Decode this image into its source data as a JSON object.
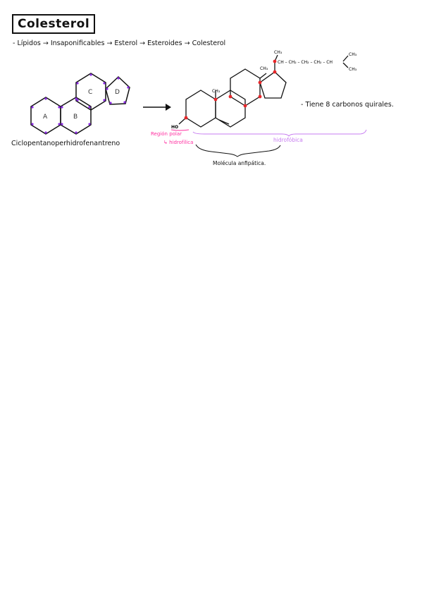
{
  "title": "Colesterol",
  "chain": {
    "text": "- Lípidos → Insaponificables → Esterol → Esteroides → Colesterol"
  },
  "rings": {
    "a": "A",
    "b": "B",
    "c": "C",
    "d": "D",
    "name": "Ciclopentanoperhidrofenantreno"
  },
  "molecule": {
    "ch3_top": "CH₃",
    "ch3_ring": "CH₃",
    "ch3_ring2": "CH₃",
    "side_chain": "CH – CH₂ – CH₂ – CH₂ – CH",
    "ch3_branch_top": "CH₃",
    "ch3_branch_bottom": "CH₃",
    "ho": "HO"
  },
  "annotations": {
    "chiral": "- Tiene 8 carbonos quirales.",
    "polar_region": "Región polar",
    "hydrophilic": "↳ hidrofílica",
    "hydrophobic": "hidrofóbica",
    "amphipathic": "Molécula anfipática."
  },
  "colors": {
    "ink": "#111111",
    "pink": "#ff2fa0",
    "violet": "#c77cf0",
    "purple_dot": "#8a2be2",
    "red_dot": "#e8272a"
  }
}
